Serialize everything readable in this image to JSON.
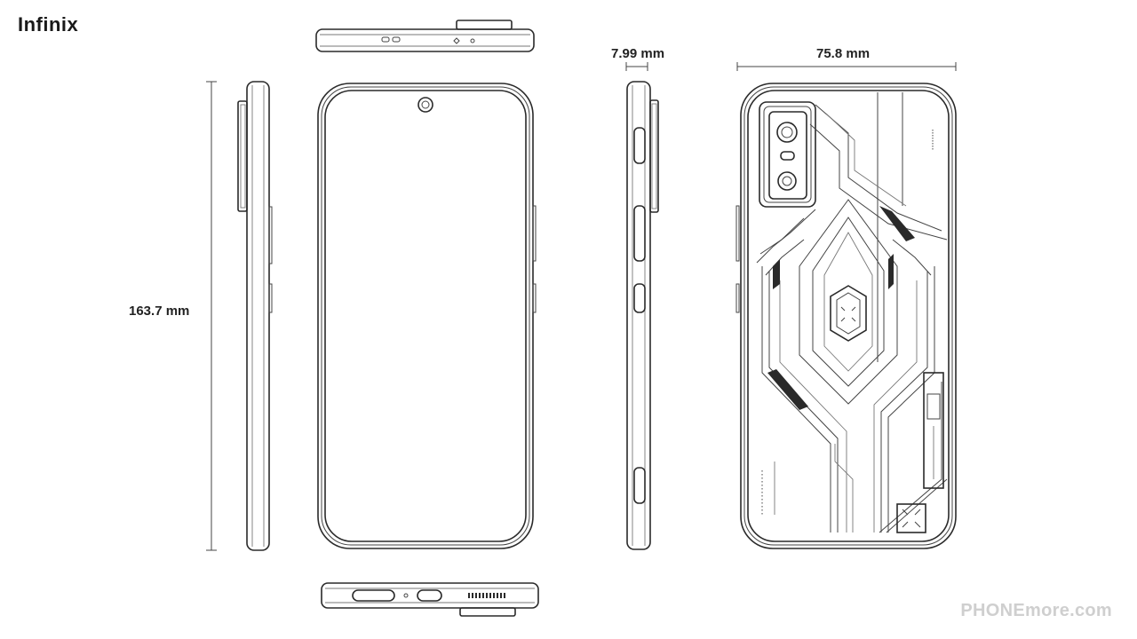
{
  "brand": "Infinix",
  "dimensions": {
    "height": "163.7 mm",
    "thickness": "7.99 mm",
    "width": "75.8 mm"
  },
  "watermark": "PHONEmore.com"
}
